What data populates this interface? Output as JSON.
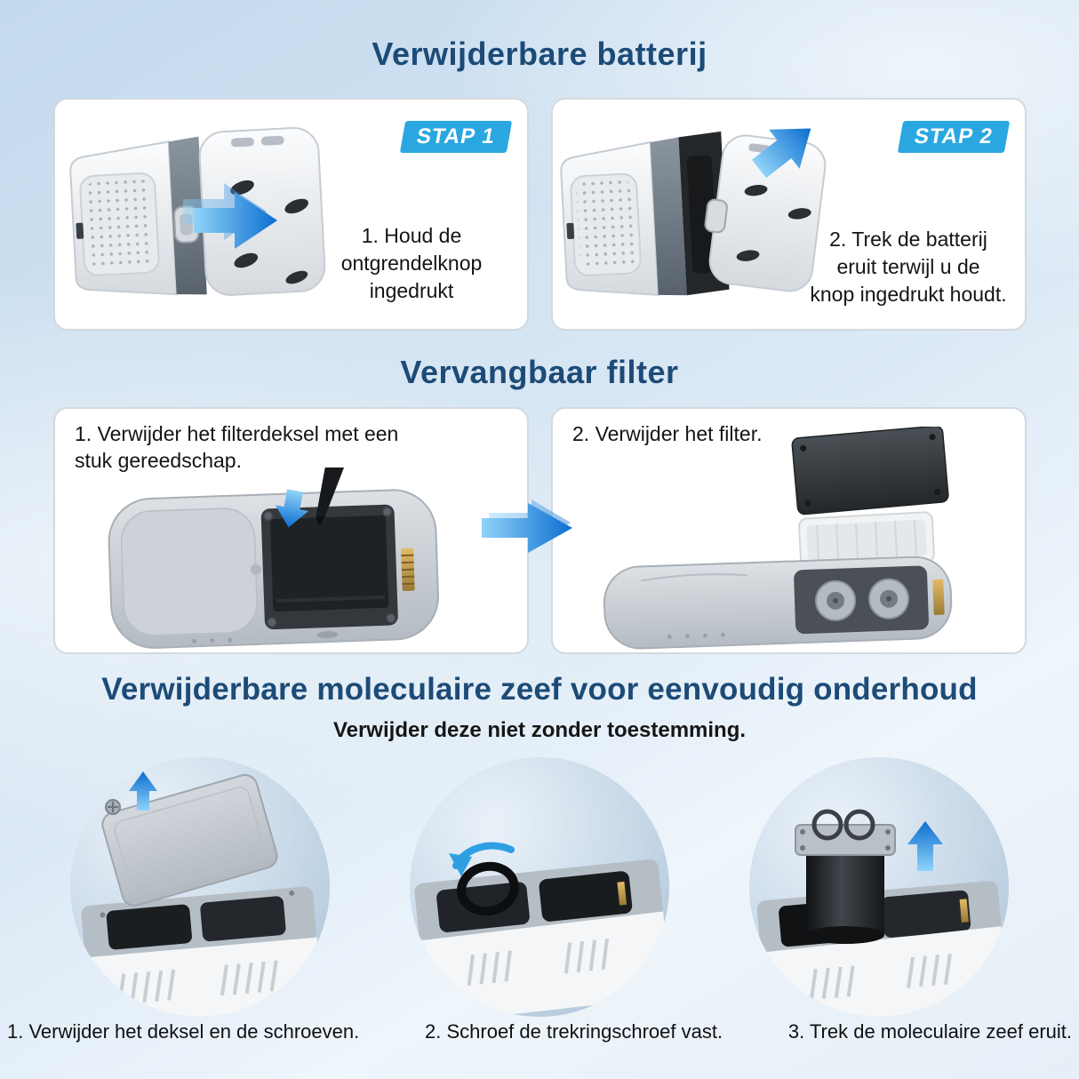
{
  "page": {
    "title1": "Verwijderbare batterij",
    "title2": "Vervangbaar filter",
    "title3": "Verwijderbare moleculaire zeef voor eenvoudig onderhoud",
    "subtitle3": "Verwijder deze niet zonder toestemming."
  },
  "battery_section": {
    "steps": [
      {
        "badge": "STAP 1",
        "caption": "1. Houd de\nontgrendelknop\ningedrukt"
      },
      {
        "badge": "STAP 2",
        "caption": "2. Trek de batterij\neruit terwijl u de\nknop ingedrukt houdt."
      }
    ]
  },
  "filter_section": {
    "steps": [
      {
        "caption": "1. Verwijder het filterdeksel met een\nstuk gereedschap."
      },
      {
        "caption": "2. Verwijder het filter."
      }
    ]
  },
  "sieve_section": {
    "steps": [
      {
        "caption": "1. Verwijder het deksel en de schroeven."
      },
      {
        "caption": "2. Schroef de trekringschroef vast."
      },
      {
        "caption": "3. Trek de moleculaire zeef eruit."
      }
    ]
  },
  "colors": {
    "heading": "#1d4b77",
    "badge_bg": "#2aa7e0",
    "badge_text": "#ffffff",
    "arrow_gradient_start": "#90d3f8",
    "arrow_gradient_end": "#0c6ed0",
    "panel_border": "#d3d9de",
    "panel_bg": "#ffffff",
    "body_text": "#1a1a1a"
  },
  "icons": {
    "arrow-right-icon": "blue gradient right arrow",
    "arrow-up-right-icon": "blue gradient diagonal arrow",
    "arrow-down-icon": "blue gradient down arrow",
    "arrow-up-icon": "blue gradient up arrow",
    "rotate-arrow-icon": "blue curved rotation arrow",
    "screw-icon": "cross-slot screw",
    "pry-tool-icon": "black pry tool"
  }
}
